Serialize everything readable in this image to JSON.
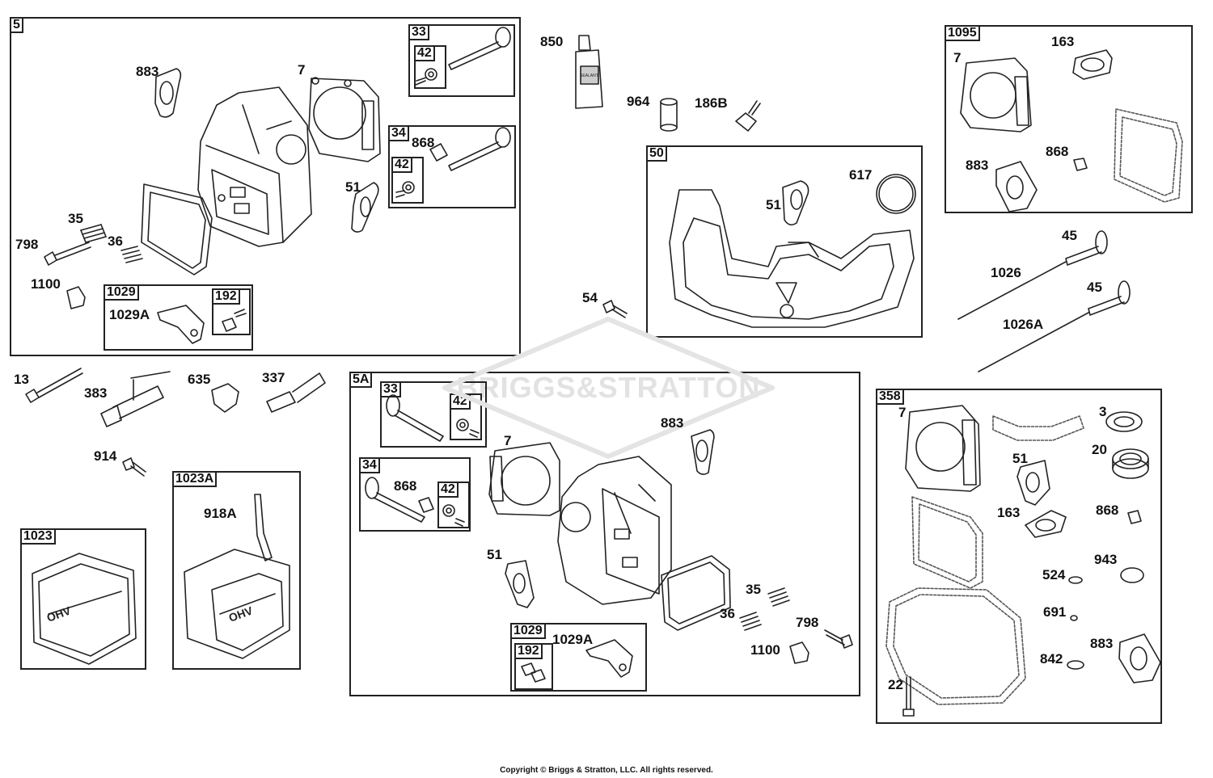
{
  "watermark": "BRIGGS&STRATTON",
  "copyright": "Copyright © Briggs & Stratton, LLC. All rights reserved.",
  "groups": {
    "g5": "5",
    "g33a": "33",
    "g42a": "42",
    "g34a": "34",
    "g42b": "42",
    "g1029a": "1029",
    "g192a": "192",
    "g50": "50",
    "g1095": "1095",
    "g5a": "5A",
    "g33b": "33",
    "g42c": "42",
    "g34b": "34",
    "g42d": "42",
    "g1029b": "1029",
    "g192b": "192",
    "g1023a": "1023A",
    "g1023": "1023",
    "g358": "358"
  },
  "parts": {
    "p883a": "883",
    "p7a": "7",
    "p868a": "868",
    "p51a": "51",
    "p35a": "35",
    "p798a": "798",
    "p36a": "36",
    "p1100a": "1100",
    "p1029Aa": "1029A",
    "p850": "850",
    "p964": "964",
    "p186B": "186B",
    "p617": "617",
    "p51b": "51",
    "p54": "54",
    "p163a": "163",
    "p7b": "7",
    "p868b": "868",
    "p883b": "883",
    "p45a": "45",
    "p1026": "1026",
    "p45b": "45",
    "p1026A": "1026A",
    "p13": "13",
    "p383": "383",
    "p635": "635",
    "p337": "337",
    "p914": "914",
    "p918A": "918A",
    "p868c": "868",
    "p7c": "7",
    "p883c": "883",
    "p51c": "51",
    "p35b": "35",
    "p36b": "36",
    "p798b": "798",
    "p1100b": "1100",
    "p1029Ab": "1029A",
    "p7d": "7",
    "p3": "3",
    "p20": "20",
    "p51d": "51",
    "p163b": "163",
    "p868d": "868",
    "p943": "943",
    "p524": "524",
    "p691": "691",
    "p883d": "883",
    "p842": "842",
    "p22": "22"
  },
  "icons": {
    "sealant_text": "SEALANT",
    "ohv_text": "OHV"
  }
}
